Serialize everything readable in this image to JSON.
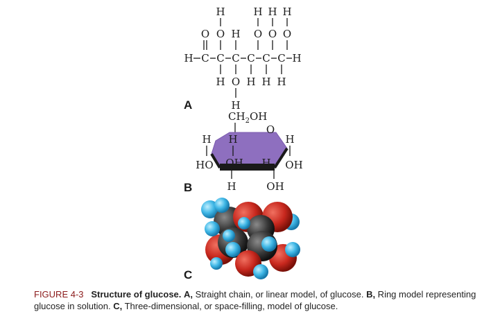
{
  "panels": {
    "a_label": "A",
    "b_label": "B",
    "c_label": "C"
  },
  "atoms": {
    "H": "H",
    "O": "O",
    "C": "C",
    "HO": "HO",
    "OH": "OH",
    "CH2OH_main": "CH",
    "CH2OH_sub": "2",
    "CH2OH_tail": "OH"
  },
  "caption": {
    "fig_word": "FIGURE ",
    "fig_num": "4-3",
    "title": "Structure of glucose.",
    "a_key": "A,",
    "a_text": " Straight chain, or linear model, of glucose. ",
    "b_key": "B,",
    "b_text": " Ring model representing glucose in solution. ",
    "c_key": "C,",
    "c_text": " Three-dimensional, or space-filling, model of glucose."
  },
  "colors": {
    "ring_fill": "#8e6fbf",
    "oxygen_red": "#c8281e",
    "carbon_dark": "#3a3a3a",
    "hydrogen_blue": "#3fb7e6",
    "figure_label_red": "#8b1a1a"
  }
}
